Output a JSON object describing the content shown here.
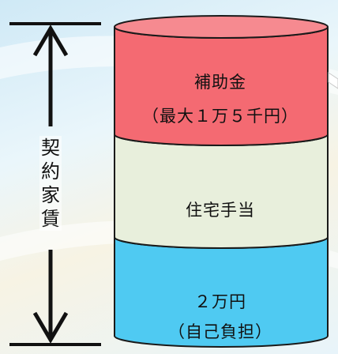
{
  "cylinder": {
    "top_segment": {
      "label_line1": "補助金",
      "label_line2": "（最大１万５千円）",
      "color": "#f46a72"
    },
    "middle_segment": {
      "label": "住宅手当",
      "color": "#e8efdc"
    },
    "bottom_segment": {
      "label_line1": "２万円",
      "label_line2": "（自己負担）",
      "color": "#4fcaf2"
    }
  },
  "dimension_arrow": {
    "label": "契約家賃"
  },
  "colors": {
    "outline": "#1a1a1a",
    "background": "#dff0f8"
  }
}
